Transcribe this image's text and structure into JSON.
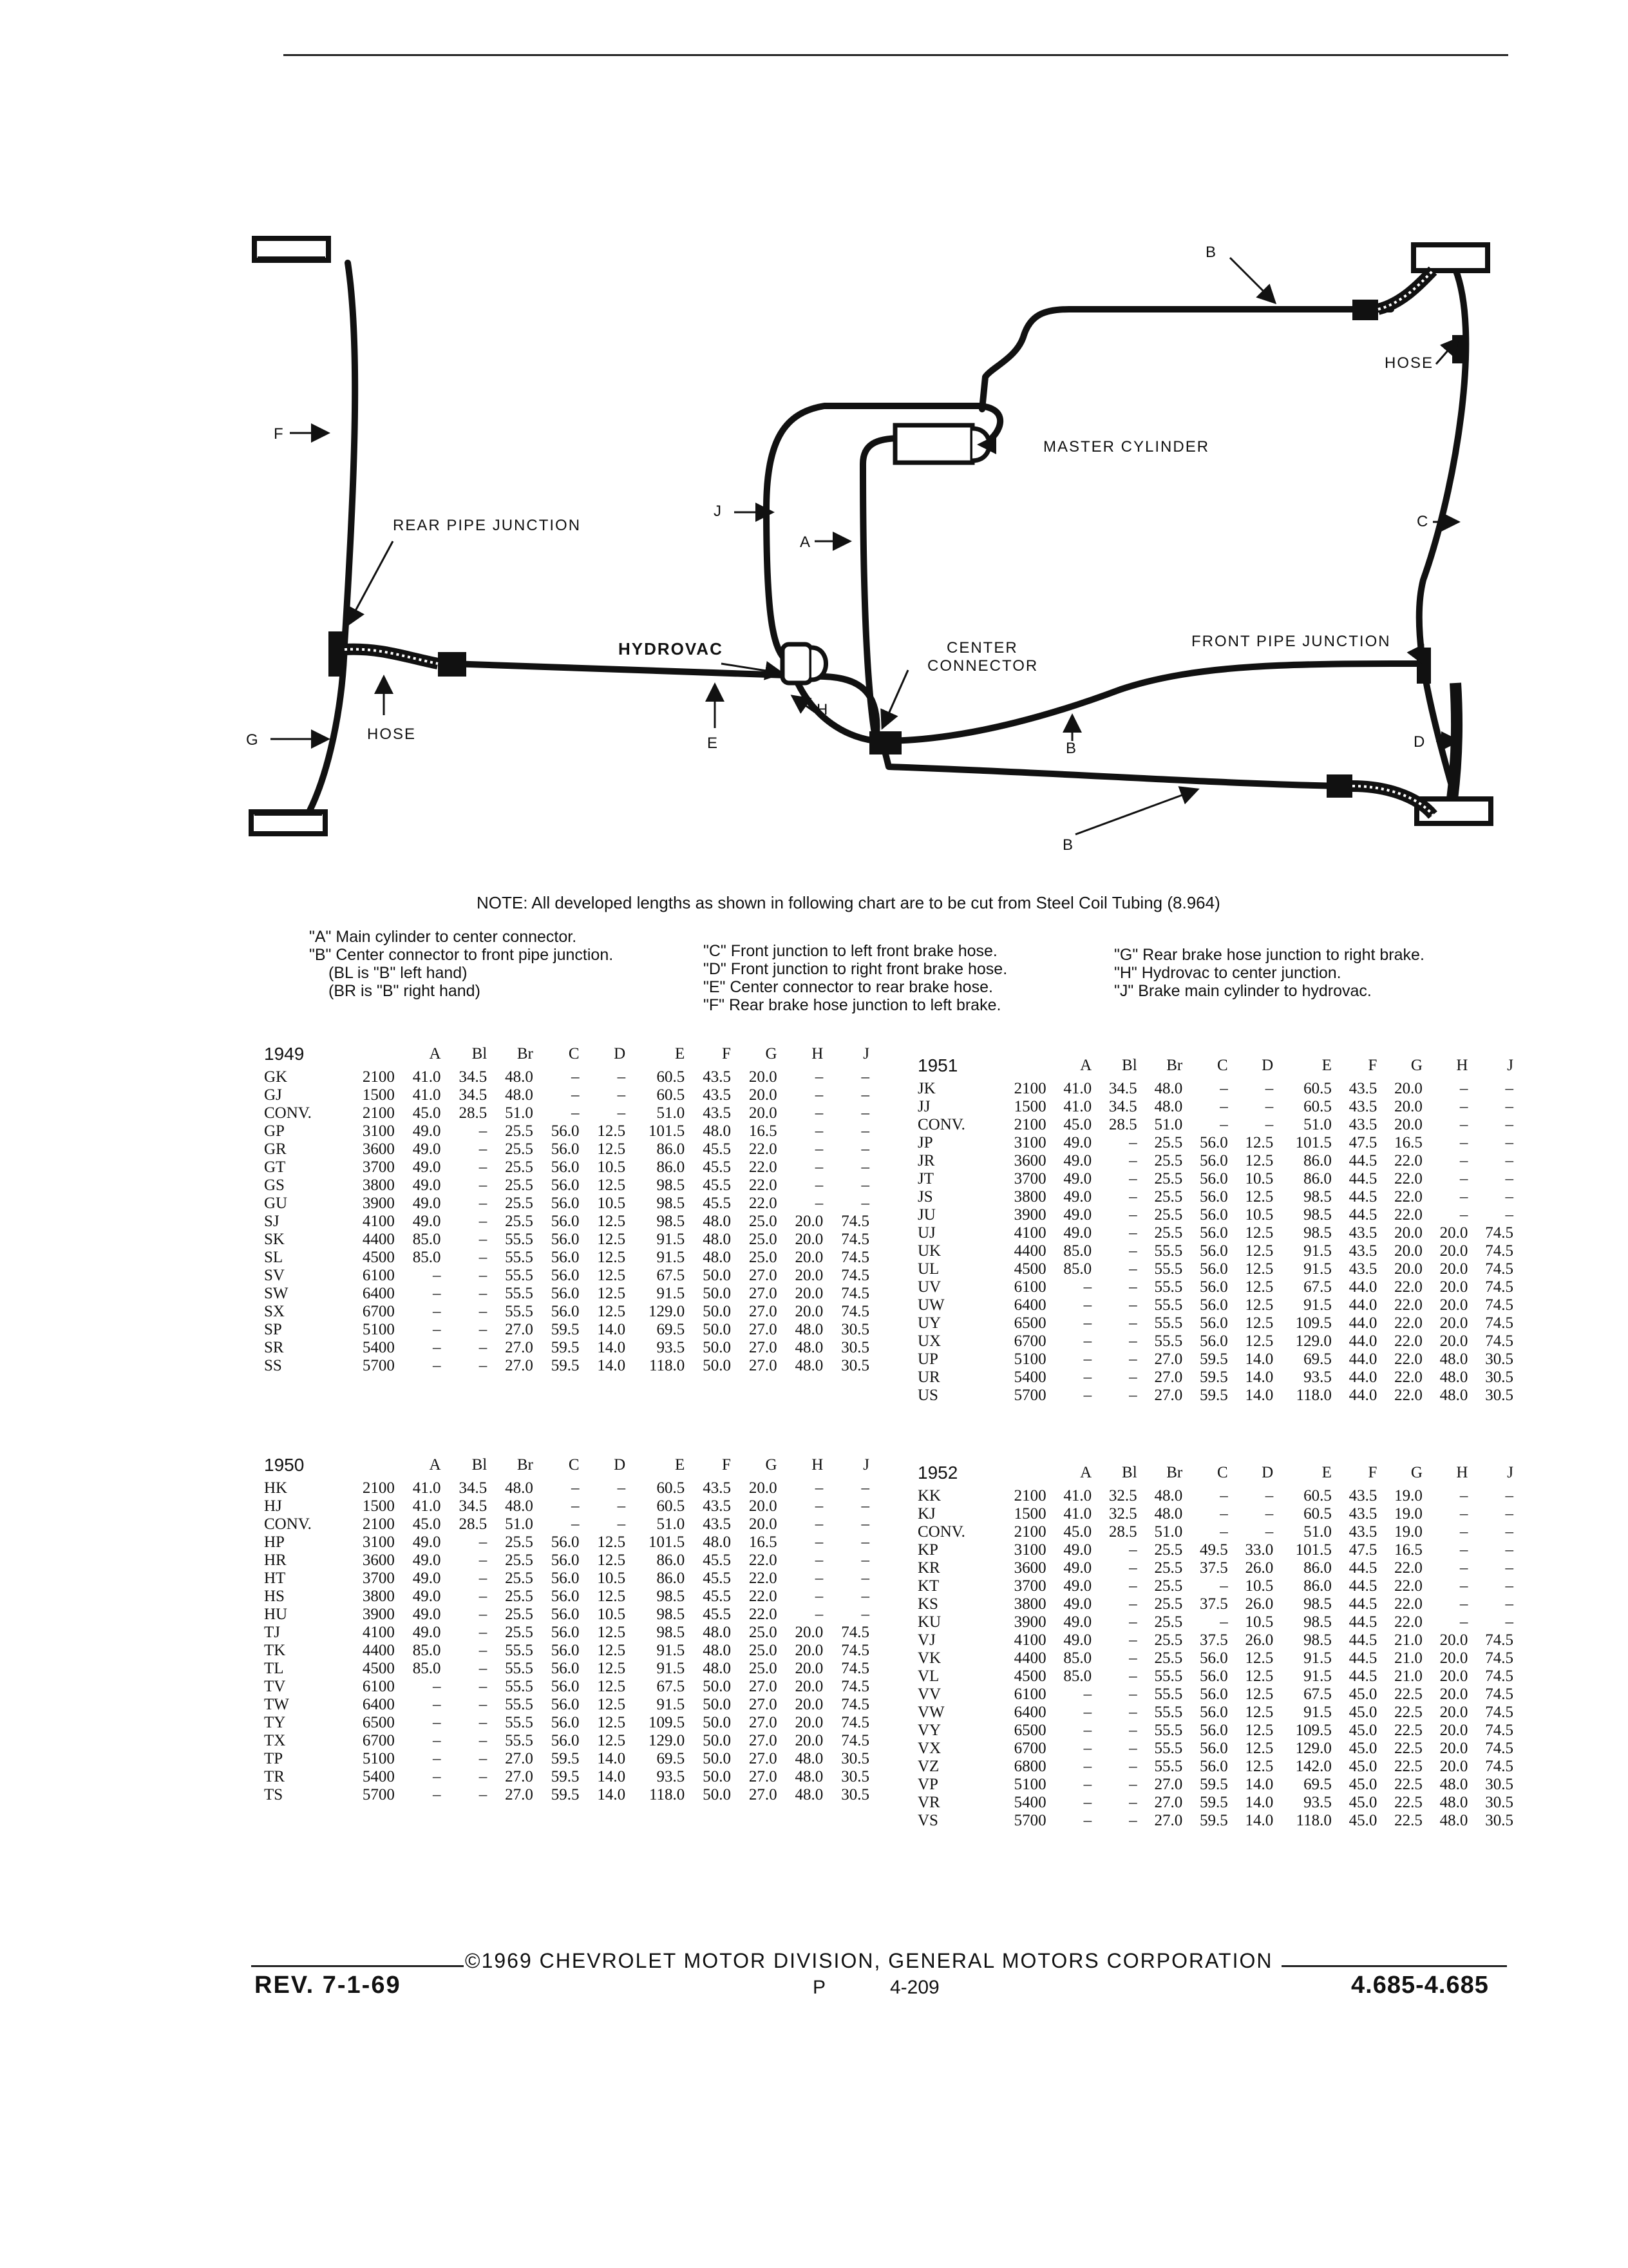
{
  "diagram": {
    "labels": {
      "b_top": "B",
      "hose_right": "HOSE",
      "f": "F",
      "master_cylinder": "MASTER CYLINDER",
      "rear_pipe_junction": "REAR PIPE JUNCTION",
      "j": "J",
      "a": "A",
      "c": "C",
      "hydrovac": "HYDROVAC",
      "center_connector_1": "CENTER",
      "center_connector_2": "CONNECTOR",
      "front_pipe_junction": "FRONT PIPE JUNCTION",
      "h": "H",
      "g": "G",
      "hose_left": "HOSE",
      "e": "E",
      "b_mid": "B",
      "d": "D",
      "b_bottom": "B"
    }
  },
  "note": "NOTE:  All developed lengths as shown in following chart are to be cut from Steel Coil Tubing (8.964)",
  "legend": {
    "col1": [
      "\"A\" Main cylinder to center connector.",
      "\"B\" Center connector to front pipe junction.",
      "(BL is \"B\" left hand)",
      "(BR is \"B\" right hand)"
    ],
    "col2": [
      "\"C\" Front junction to left front brake hose.",
      "\"D\" Front junction to right front brake hose.",
      "\"E\" Center connector to rear brake hose.",
      "\"F\" Rear brake hose junction to left brake."
    ],
    "col3": [
      "\"G\" Rear brake hose junction to right brake.",
      "\"H\" Hydrovac to center junction.",
      "\"J\" Brake main cylinder to hydrovac."
    ]
  },
  "tables": {
    "headers": [
      "A",
      "Bl",
      "Br",
      "C",
      "D",
      "E",
      "F",
      "G",
      "H",
      "J"
    ],
    "t1949": {
      "year": "1949",
      "rows": [
        [
          "GK",
          "2100",
          "41.0",
          "34.5",
          "48.0",
          "–",
          "–",
          "60.5",
          "43.5",
          "20.0",
          "–",
          "–"
        ],
        [
          "GJ",
          "1500",
          "41.0",
          "34.5",
          "48.0",
          "–",
          "–",
          "60.5",
          "43.5",
          "20.0",
          "–",
          "–"
        ],
        [
          "CONV.",
          "2100",
          "45.0",
          "28.5",
          "51.0",
          "–",
          "–",
          "51.0",
          "43.5",
          "20.0",
          "–",
          "–"
        ],
        [
          "GP",
          "3100",
          "49.0",
          "–",
          "25.5",
          "56.0",
          "12.5",
          "101.5",
          "48.0",
          "16.5",
          "–",
          "–"
        ],
        [
          "GR",
          "3600",
          "49.0",
          "–",
          "25.5",
          "56.0",
          "12.5",
          "86.0",
          "45.5",
          "22.0",
          "–",
          "–"
        ],
        [
          "GT",
          "3700",
          "49.0",
          "–",
          "25.5",
          "56.0",
          "10.5",
          "86.0",
          "45.5",
          "22.0",
          "–",
          "–"
        ],
        [
          "GS",
          "3800",
          "49.0",
          "–",
          "25.5",
          "56.0",
          "12.5",
          "98.5",
          "45.5",
          "22.0",
          "–",
          "–"
        ],
        [
          "GU",
          "3900",
          "49.0",
          "–",
          "25.5",
          "56.0",
          "10.5",
          "98.5",
          "45.5",
          "22.0",
          "–",
          "–"
        ],
        [
          "SJ",
          "4100",
          "49.0",
          "–",
          "25.5",
          "56.0",
          "12.5",
          "98.5",
          "48.0",
          "25.0",
          "20.0",
          "74.5"
        ],
        [
          "SK",
          "4400",
          "85.0",
          "–",
          "55.5",
          "56.0",
          "12.5",
          "91.5",
          "48.0",
          "25.0",
          "20.0",
          "74.5"
        ],
        [
          "SL",
          "4500",
          "85.0",
          "–",
          "55.5",
          "56.0",
          "12.5",
          "91.5",
          "48.0",
          "25.0",
          "20.0",
          "74.5"
        ],
        [
          "SV",
          "6100",
          "–",
          "–",
          "55.5",
          "56.0",
          "12.5",
          "67.5",
          "50.0",
          "27.0",
          "20.0",
          "74.5"
        ],
        [
          "SW",
          "6400",
          "–",
          "–",
          "55.5",
          "56.0",
          "12.5",
          "91.5",
          "50.0",
          "27.0",
          "20.0",
          "74.5"
        ],
        [
          "SX",
          "6700",
          "–",
          "–",
          "55.5",
          "56.0",
          "12.5",
          "129.0",
          "50.0",
          "27.0",
          "20.0",
          "74.5"
        ],
        [
          "SP",
          "5100",
          "–",
          "–",
          "27.0",
          "59.5",
          "14.0",
          "69.5",
          "50.0",
          "27.0",
          "48.0",
          "30.5"
        ],
        [
          "SR",
          "5400",
          "–",
          "–",
          "27.0",
          "59.5",
          "14.0",
          "93.5",
          "50.0",
          "27.0",
          "48.0",
          "30.5"
        ],
        [
          "SS",
          "5700",
          "–",
          "–",
          "27.0",
          "59.5",
          "14.0",
          "118.0",
          "50.0",
          "27.0",
          "48.0",
          "30.5"
        ]
      ]
    },
    "t1950": {
      "year": "1950",
      "rows": [
        [
          "HK",
          "2100",
          "41.0",
          "34.5",
          "48.0",
          "–",
          "–",
          "60.5",
          "43.5",
          "20.0",
          "–",
          "–"
        ],
        [
          "HJ",
          "1500",
          "41.0",
          "34.5",
          "48.0",
          "–",
          "–",
          "60.5",
          "43.5",
          "20.0",
          "–",
          "–"
        ],
        [
          "CONV.",
          "2100",
          "45.0",
          "28.5",
          "51.0",
          "–",
          "–",
          "51.0",
          "43.5",
          "20.0",
          "–",
          "–"
        ],
        [
          "HP",
          "3100",
          "49.0",
          "–",
          "25.5",
          "56.0",
          "12.5",
          "101.5",
          "48.0",
          "16.5",
          "–",
          "–"
        ],
        [
          "HR",
          "3600",
          "49.0",
          "–",
          "25.5",
          "56.0",
          "12.5",
          "86.0",
          "45.5",
          "22.0",
          "–",
          "–"
        ],
        [
          "HT",
          "3700",
          "49.0",
          "–",
          "25.5",
          "56.0",
          "10.5",
          "86.0",
          "45.5",
          "22.0",
          "–",
          "–"
        ],
        [
          "HS",
          "3800",
          "49.0",
          "–",
          "25.5",
          "56.0",
          "12.5",
          "98.5",
          "45.5",
          "22.0",
          "–",
          "–"
        ],
        [
          "HU",
          "3900",
          "49.0",
          "–",
          "25.5",
          "56.0",
          "10.5",
          "98.5",
          "45.5",
          "22.0",
          "–",
          "–"
        ],
        [
          "TJ",
          "4100",
          "49.0",
          "–",
          "25.5",
          "56.0",
          "12.5",
          "98.5",
          "48.0",
          "25.0",
          "20.0",
          "74.5"
        ],
        [
          "TK",
          "4400",
          "85.0",
          "–",
          "55.5",
          "56.0",
          "12.5",
          "91.5",
          "48.0",
          "25.0",
          "20.0",
          "74.5"
        ],
        [
          "TL",
          "4500",
          "85.0",
          "–",
          "55.5",
          "56.0",
          "12.5",
          "91.5",
          "48.0",
          "25.0",
          "20.0",
          "74.5"
        ],
        [
          "TV",
          "6100",
          "–",
          "–",
          "55.5",
          "56.0",
          "12.5",
          "67.5",
          "50.0",
          "27.0",
          "20.0",
          "74.5"
        ],
        [
          "TW",
          "6400",
          "–",
          "–",
          "55.5",
          "56.0",
          "12.5",
          "91.5",
          "50.0",
          "27.0",
          "20.0",
          "74.5"
        ],
        [
          "TY",
          "6500",
          "–",
          "–",
          "55.5",
          "56.0",
          "12.5",
          "109.5",
          "50.0",
          "27.0",
          "20.0",
          "74.5"
        ],
        [
          "TX",
          "6700",
          "–",
          "–",
          "55.5",
          "56.0",
          "12.5",
          "129.0",
          "50.0",
          "27.0",
          "20.0",
          "74.5"
        ],
        [
          "TP",
          "5100",
          "–",
          "–",
          "27.0",
          "59.5",
          "14.0",
          "69.5",
          "50.0",
          "27.0",
          "48.0",
          "30.5"
        ],
        [
          "TR",
          "5400",
          "–",
          "–",
          "27.0",
          "59.5",
          "14.0",
          "93.5",
          "50.0",
          "27.0",
          "48.0",
          "30.5"
        ],
        [
          "TS",
          "5700",
          "–",
          "–",
          "27.0",
          "59.5",
          "14.0",
          "118.0",
          "50.0",
          "27.0",
          "48.0",
          "30.5"
        ]
      ]
    },
    "t1951": {
      "year": "1951",
      "rows": [
        [
          "JK",
          "2100",
          "41.0",
          "34.5",
          "48.0",
          "–",
          "–",
          "60.5",
          "43.5",
          "20.0",
          "–",
          "–"
        ],
        [
          "JJ",
          "1500",
          "41.0",
          "34.5",
          "48.0",
          "–",
          "–",
          "60.5",
          "43.5",
          "20.0",
          "–",
          "–"
        ],
        [
          "CONV.",
          "2100",
          "45.0",
          "28.5",
          "51.0",
          "–",
          "–",
          "51.0",
          "43.5",
          "20.0",
          "–",
          "–"
        ],
        [
          "JP",
          "3100",
          "49.0",
          "–",
          "25.5",
          "56.0",
          "12.5",
          "101.5",
          "47.5",
          "16.5",
          "–",
          "–"
        ],
        [
          "JR",
          "3600",
          "49.0",
          "–",
          "25.5",
          "56.0",
          "12.5",
          "86.0",
          "44.5",
          "22.0",
          "–",
          "–"
        ],
        [
          "JT",
          "3700",
          "49.0",
          "–",
          "25.5",
          "56.0",
          "10.5",
          "86.0",
          "44.5",
          "22.0",
          "–",
          "–"
        ],
        [
          "JS",
          "3800",
          "49.0",
          "–",
          "25.5",
          "56.0",
          "12.5",
          "98.5",
          "44.5",
          "22.0",
          "–",
          "–"
        ],
        [
          "JU",
          "3900",
          "49.0",
          "–",
          "25.5",
          "56.0",
          "10.5",
          "98.5",
          "44.5",
          "22.0",
          "–",
          "–"
        ],
        [
          "UJ",
          "4100",
          "49.0",
          "–",
          "25.5",
          "56.0",
          "12.5",
          "98.5",
          "43.5",
          "20.0",
          "20.0",
          "74.5"
        ],
        [
          "UK",
          "4400",
          "85.0",
          "–",
          "55.5",
          "56.0",
          "12.5",
          "91.5",
          "43.5",
          "20.0",
          "20.0",
          "74.5"
        ],
        [
          "UL",
          "4500",
          "85.0",
          "–",
          "55.5",
          "56.0",
          "12.5",
          "91.5",
          "43.5",
          "20.0",
          "20.0",
          "74.5"
        ],
        [
          "UV",
          "6100",
          "–",
          "–",
          "55.5",
          "56.0",
          "12.5",
          "67.5",
          "44.0",
          "22.0",
          "20.0",
          "74.5"
        ],
        [
          "UW",
          "6400",
          "–",
          "–",
          "55.5",
          "56.0",
          "12.5",
          "91.5",
          "44.0",
          "22.0",
          "20.0",
          "74.5"
        ],
        [
          "UY",
          "6500",
          "–",
          "–",
          "55.5",
          "56.0",
          "12.5",
          "109.5",
          "44.0",
          "22.0",
          "20.0",
          "74.5"
        ],
        [
          "UX",
          "6700",
          "–",
          "–",
          "55.5",
          "56.0",
          "12.5",
          "129.0",
          "44.0",
          "22.0",
          "20.0",
          "74.5"
        ],
        [
          "UP",
          "5100",
          "–",
          "–",
          "27.0",
          "59.5",
          "14.0",
          "69.5",
          "44.0",
          "22.0",
          "48.0",
          "30.5"
        ],
        [
          "UR",
          "5400",
          "–",
          "–",
          "27.0",
          "59.5",
          "14.0",
          "93.5",
          "44.0",
          "22.0",
          "48.0",
          "30.5"
        ],
        [
          "US",
          "5700",
          "–",
          "–",
          "27.0",
          "59.5",
          "14.0",
          "118.0",
          "44.0",
          "22.0",
          "48.0",
          "30.5"
        ]
      ]
    },
    "t1952": {
      "year": "1952",
      "rows": [
        [
          "KK",
          "2100",
          "41.0",
          "32.5",
          "48.0",
          "–",
          "–",
          "60.5",
          "43.5",
          "19.0",
          "–",
          "–"
        ],
        [
          "KJ",
          "1500",
          "41.0",
          "32.5",
          "48.0",
          "–",
          "–",
          "60.5",
          "43.5",
          "19.0",
          "–",
          "–"
        ],
        [
          "CONV.",
          "2100",
          "45.0",
          "28.5",
          "51.0",
          "–",
          "–",
          "51.0",
          "43.5",
          "19.0",
          "–",
          "–"
        ],
        [
          "KP",
          "3100",
          "49.0",
          "–",
          "25.5",
          "49.5",
          "33.0",
          "101.5",
          "47.5",
          "16.5",
          "–",
          "–"
        ],
        [
          "KR",
          "3600",
          "49.0",
          "–",
          "25.5",
          "37.5",
          "26.0",
          "86.0",
          "44.5",
          "22.0",
          "–",
          "–"
        ],
        [
          "KT",
          "3700",
          "49.0",
          "–",
          "25.5",
          "–",
          "10.5",
          "86.0",
          "44.5",
          "22.0",
          "–",
          "–"
        ],
        [
          "KS",
          "3800",
          "49.0",
          "–",
          "25.5",
          "37.5",
          "26.0",
          "98.5",
          "44.5",
          "22.0",
          "–",
          "–"
        ],
        [
          "KU",
          "3900",
          "49.0",
          "–",
          "25.5",
          "–",
          "10.5",
          "98.5",
          "44.5",
          "22.0",
          "–",
          "–"
        ],
        [
          "VJ",
          "4100",
          "49.0",
          "–",
          "25.5",
          "37.5",
          "26.0",
          "98.5",
          "44.5",
          "21.0",
          "20.0",
          "74.5"
        ],
        [
          "VK",
          "4400",
          "85.0",
          "–",
          "25.5",
          "56.0",
          "12.5",
          "91.5",
          "44.5",
          "21.0",
          "20.0",
          "74.5"
        ],
        [
          "VL",
          "4500",
          "85.0",
          "–",
          "55.5",
          "56.0",
          "12.5",
          "91.5",
          "44.5",
          "21.0",
          "20.0",
          "74.5"
        ],
        [
          "VV",
          "6100",
          "–",
          "–",
          "55.5",
          "56.0",
          "12.5",
          "67.5",
          "45.0",
          "22.5",
          "20.0",
          "74.5"
        ],
        [
          "VW",
          "6400",
          "–",
          "–",
          "55.5",
          "56.0",
          "12.5",
          "91.5",
          "45.0",
          "22.5",
          "20.0",
          "74.5"
        ],
        [
          "VY",
          "6500",
          "–",
          "–",
          "55.5",
          "56.0",
          "12.5",
          "109.5",
          "45.0",
          "22.5",
          "20.0",
          "74.5"
        ],
        [
          "VX",
          "6700",
          "–",
          "–",
          "55.5",
          "56.0",
          "12.5",
          "129.0",
          "45.0",
          "22.5",
          "20.0",
          "74.5"
        ],
        [
          "VZ",
          "6800",
          "–",
          "–",
          "55.5",
          "56.0",
          "12.5",
          "142.0",
          "45.0",
          "22.5",
          "20.0",
          "74.5"
        ],
        [
          "VP",
          "5100",
          "–",
          "–",
          "27.0",
          "59.5",
          "14.0",
          "69.5",
          "45.0",
          "22.5",
          "48.0",
          "30.5"
        ],
        [
          "VR",
          "5400",
          "–",
          "–",
          "27.0",
          "59.5",
          "14.0",
          "93.5",
          "45.0",
          "22.5",
          "48.0",
          "30.5"
        ],
        [
          "VS",
          "5700",
          "–",
          "–",
          "27.0",
          "59.5",
          "14.0",
          "118.0",
          "45.0",
          "22.5",
          "48.0",
          "30.5"
        ]
      ]
    }
  },
  "footer": {
    "copyright": "©1969 CHEVROLET MOTOR DIVISION, GENERAL MOTORS CORPORATION",
    "rev": "REV. 7-1-69",
    "page_prefix": "P",
    "page_number": "4-209",
    "ref": "4.685-4.685"
  }
}
